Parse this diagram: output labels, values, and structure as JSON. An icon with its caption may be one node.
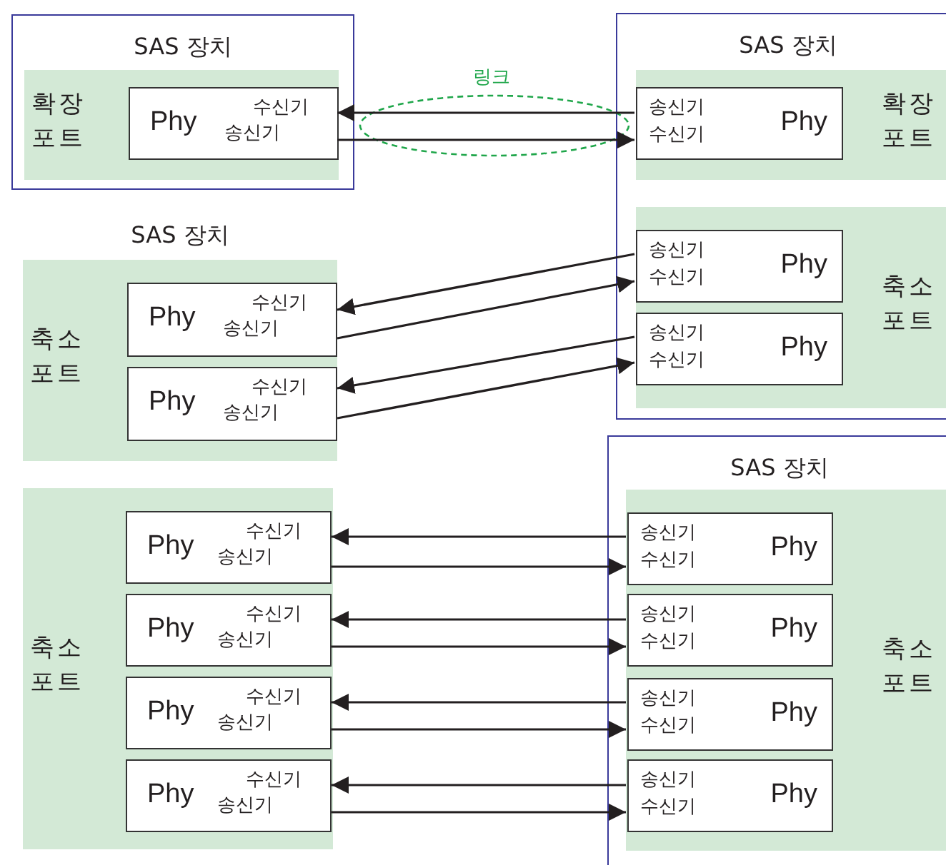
{
  "diagram": {
    "nodes": [
      {
        "text": [
          "SAS 장치"
        ]
      },
      {
        "text": [
          "확장 포트"
        ],
        "in": 0
      },
      {
        "text": [
          "Phy",
          "수신기",
          "송신기"
        ],
        "in": 1
      },
      {
        "text": [
          "SAS 장치"
        ]
      },
      {
        "text": [
          "확장 포트"
        ],
        "in": 3
      },
      {
        "text": [
          "송신기",
          "수신기",
          "Phy"
        ],
        "in": 4
      },
      {
        "text": [
          "축소 포트"
        ],
        "in": 3
      },
      {
        "text": [
          "송신기",
          "수신기",
          "Phy"
        ],
        "in": 6
      },
      {
        "text": [
          "송신기",
          "수신기",
          "Phy"
        ],
        "in": 6
      },
      {
        "text": [
          "SAS 장치",
          "축소 포트"
        ]
      },
      {
        "text": [
          "Phy",
          "수신기",
          "송신기"
        ],
        "in": 9
      },
      {
        "text": [
          "Phy",
          "수신기",
          "송신기"
        ],
        "in": 9
      },
      {
        "text": [
          "축소 포트"
        ]
      },
      {
        "text": [
          "Phy",
          "수신기",
          "송신기"
        ],
        "in": 12
      },
      {
        "text": [
          "Phy",
          "수신기",
          "송신기"
        ],
        "in": 12
      },
      {
        "text": [
          "Phy",
          "수신기",
          "송신기"
        ],
        "in": 12
      },
      {
        "text": [
          "Phy",
          "수신기",
          "송신기"
        ],
        "in": 12
      },
      {
        "text": [
          "SAS 장치"
        ]
      },
      {
        "text": [
          "축소 포트"
        ],
        "in": 17
      },
      {
        "text": [
          "송신기",
          "수신기",
          "Phy"
        ],
        "in": 18
      },
      {
        "text": [
          "송신기",
          "수신기",
          "Phy"
        ],
        "in": 18
      },
      {
        "text": [
          "송신기",
          "수신기",
          "Phy"
        ],
        "in": 18
      },
      {
        "text": [
          "송신기",
          "수신기",
          "Phy"
        ],
        "in": 18
      }
    ],
    "edges": [
      {
        "from": 5,
        "to": 2,
        "arrow": "to"
      },
      {
        "from": 2,
        "to": 5,
        "arrow": "to"
      },
      {
        "from": 7,
        "to": 10,
        "arrow": "to"
      },
      {
        "from": 10,
        "to": 7,
        "arrow": "to"
      },
      {
        "from": 8,
        "to": 11,
        "arrow": "to"
      },
      {
        "from": 11,
        "to": 8,
        "arrow": "to"
      },
      {
        "from": 19,
        "to": 13,
        "arrow": "to"
      },
      {
        "from": 13,
        "to": 19,
        "arrow": "to"
      },
      {
        "from": 20,
        "to": 14,
        "arrow": "to"
      },
      {
        "from": 14,
        "to": 20,
        "arrow": "to"
      },
      {
        "from": 21,
        "to": 15,
        "arrow": "to"
      },
      {
        "from": 15,
        "to": 21,
        "arrow": "to"
      },
      {
        "from": 22,
        "to": 16,
        "arrow": "to"
      },
      {
        "from": 16,
        "to": 22,
        "arrow": "to"
      }
    ],
    "labels": [
      "링크"
    ]
  }
}
